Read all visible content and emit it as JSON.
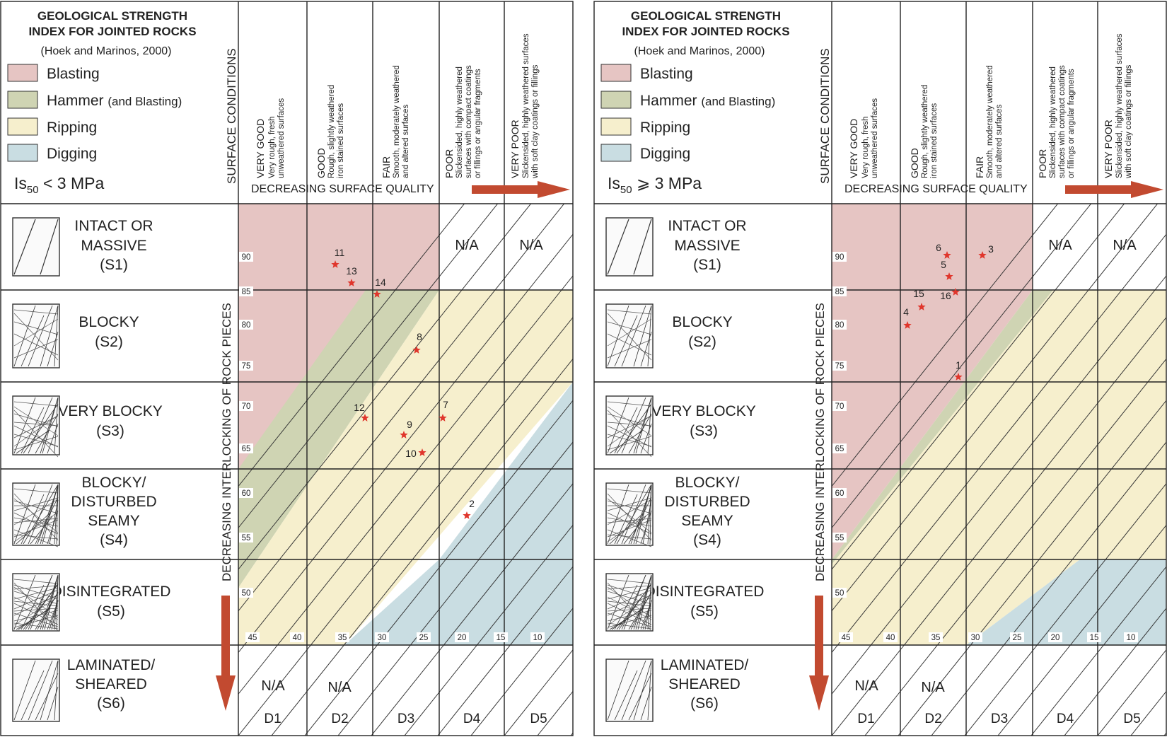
{
  "header": {
    "title_line1": "GEOLOGICAL STRENGTH",
    "title_line2": "INDEX FOR JOINTED ROCKS",
    "citation": "(Hoek and Marinos, 2000)"
  },
  "legend": [
    {
      "label": "Blasting",
      "suffix": "",
      "color": "#e6c5c3"
    },
    {
      "label": "Hammer ",
      "suffix": "(and Blasting)",
      "color": "#cfd4b3"
    },
    {
      "label": "Ripping",
      "suffix": "",
      "color": "#f6efcd"
    },
    {
      "label": "Digging",
      "suffix": "",
      "color": "#c9dde2"
    }
  ],
  "surface_conditions_label": "SURFACE CONDITIONS",
  "surface_quality_label": "DECREASING SURFACE QUALITY",
  "interlocking_label": "DECREASING INTERLOCKING OF ROCK PIECES",
  "columns": [
    {
      "code": "D1",
      "name": "VERY GOOD",
      "desc": [
        "Very rough, fresh",
        "unweathered surfaces"
      ]
    },
    {
      "code": "D2",
      "name": "GOOD",
      "desc": [
        "Rough, slightly weathered",
        "iron stained surfaces"
      ]
    },
    {
      "code": "D3",
      "name": "FAIR",
      "desc": [
        "Smooth, moderately weathered",
        "and altered surfaces"
      ]
    },
    {
      "code": "D4",
      "name": "POOR",
      "desc": [
        "Slickensided, highly weathered",
        "surfaces with compact coatings",
        "or fillings or angular fragments"
      ]
    },
    {
      "code": "D5",
      "name": "VERY POOR",
      "desc": [
        "Slickensided, highly weathered surfaces",
        "with soft clay coatings or fillings"
      ]
    }
  ],
  "rows": [
    {
      "lines": [
        "INTACT OR",
        "MASSIVE",
        "(S1)"
      ]
    },
    {
      "lines": [
        "BLOCKY",
        "(S2)"
      ]
    },
    {
      "lines": [
        "VERY BLOCKY",
        "(S3)"
      ]
    },
    {
      "lines": [
        "BLOCKY/",
        "DISTURBED",
        "SEAMY",
        "(S4)"
      ]
    },
    {
      "lines": [
        "DISINTEGRATED",
        "(S5)"
      ]
    },
    {
      "lines": [
        "LAMINATED/",
        "SHEARED",
        "(S6)"
      ]
    }
  ],
  "na_label": "N/A",
  "gsi_left_values": [
    "90",
    "85",
    "80",
    "75",
    "70",
    "65",
    "60",
    "55",
    "50"
  ],
  "gsi_bottom_values": [
    "45",
    "40",
    "35",
    "30",
    "25",
    "20",
    "15",
    "10"
  ],
  "panels": [
    {
      "strength_prefix": "Is",
      "strength_sub": "50",
      "strength_suffix": " < 3 MPa",
      "samples": [
        {
          "id": "11",
          "gsi": 89
        },
        {
          "id": "13",
          "gsi": 86
        },
        {
          "id": "14",
          "gsi": 85
        },
        {
          "id": "8",
          "gsi": 77
        },
        {
          "id": "12",
          "gsi": 69
        },
        {
          "id": "7",
          "gsi": 69
        },
        {
          "id": "9",
          "gsi": 66
        },
        {
          "id": "10",
          "gsi": 64
        },
        {
          "id": "2",
          "gsi": 58
        }
      ]
    },
    {
      "strength_prefix": "Is",
      "strength_sub": "50",
      "strength_suffix": " ⩾ 3 MPa",
      "samples": [
        {
          "id": "6",
          "gsi": 90
        },
        {
          "id": "3",
          "gsi": 90
        },
        {
          "id": "5",
          "gsi": 87
        },
        {
          "id": "16",
          "gsi": 85
        },
        {
          "id": "15",
          "gsi": 83
        },
        {
          "id": "4",
          "gsi": 80
        },
        {
          "id": "1",
          "gsi": 74
        }
      ]
    }
  ]
}
